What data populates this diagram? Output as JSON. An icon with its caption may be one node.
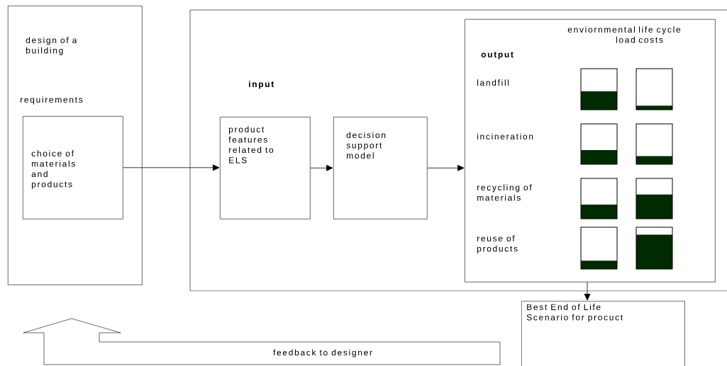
{
  "diagram": {
    "nodes": [
      {
        "text": [
          "design of a building",
          "requirements"
        ]
      },
      {
        "text": [
          "choice of materials and products"
        ],
        "in": 0
      },
      {
        "text": [],
        "shape": "box"
      },
      {
        "text": [
          "input",
          "product features related to ELS"
        ],
        "in": 2
      },
      {
        "text": [
          "decision support model"
        ],
        "in": 2
      },
      {
        "text": [
          "enviornmental load",
          "life cycle costs",
          "output"
        ],
        "in": 2
      },
      {
        "text": [
          "Best End of Life Scenario for procuct"
        ]
      },
      {
        "text": [
          "feedback to designer"
        ]
      }
    ],
    "edges": [
      {
        "from": 1,
        "to": 3,
        "arrow": "to"
      },
      {
        "from": 3,
        "to": 4,
        "arrow": "to"
      },
      {
        "from": 4,
        "to": 5,
        "arrow": "to"
      },
      {
        "from": 5,
        "to": 6,
        "arrow": "to"
      }
    ],
    "labels": [
      "landfill",
      "incineration",
      "recycling of materials",
      "reuse of products"
    ]
  }
}
